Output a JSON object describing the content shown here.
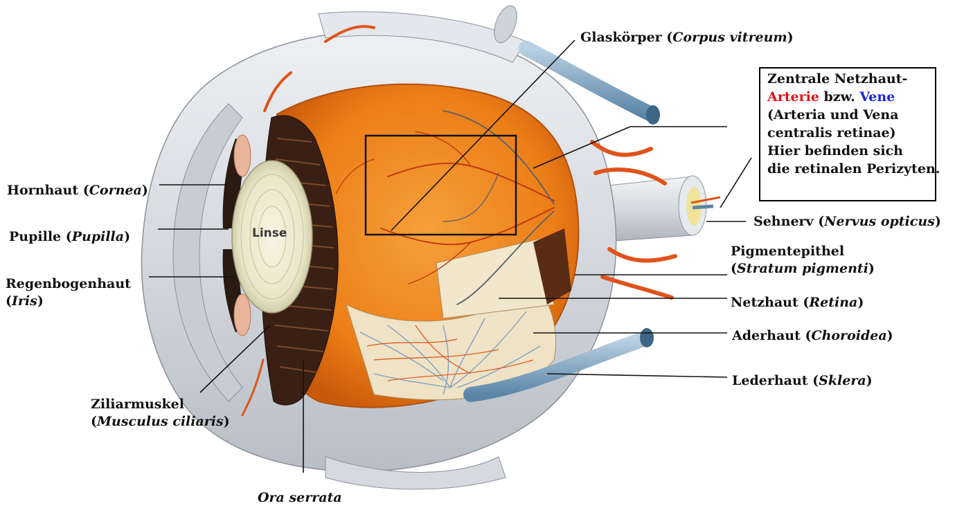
{
  "labels": {
    "glaskoerper": {
      "main": "Glaskörper (",
      "italic": "Corpus vitreum",
      "end": ")"
    },
    "hornhaut": {
      "main": "Hornhaut (",
      "italic": "Cornea",
      "end": ")"
    },
    "pupille": {
      "main": "Pupille (",
      "italic": "Pupilla",
      "end": ")"
    },
    "regenbogenhaut": {
      "line1": "Regenbogenhaut",
      "open": " (",
      "italic": "Iris",
      "end": ")"
    },
    "ziliarmuskel": {
      "line1": "Ziliarmuskel",
      "open": "(",
      "italic": "Musculus ciliaris",
      "end": ")"
    },
    "ora_serrata": {
      "italic": "Ora serrata"
    },
    "linse": "Linse",
    "sehnerv": {
      "main": "Sehnerv (",
      "italic": "Nervus opticus",
      "end": ")"
    },
    "pigmentepithel": {
      "line1": "Pigmentepithel",
      "open": "(",
      "italic": "Stratum pigmenti",
      "end": ")"
    },
    "netzhaut": {
      "main": "Netzhaut (",
      "italic": "Retina",
      "end": ")"
    },
    "aderhaut": {
      "main": "Aderhaut (",
      "italic": "Choroidea",
      "end": ")"
    },
    "lederhaut": {
      "main": "Lederhaut (",
      "italic": "Sklera",
      "end": ")"
    }
  },
  "infobox": {
    "line1": "Zentrale Netzhaut-",
    "arterie": "Arterie",
    "bzw": " bzw. ",
    "vene": "Vene",
    "line3_open": "(",
    "line3_italic": "Arteria und Vena",
    "line4_italic": "centralis retinae",
    "line4_end": ")",
    "line5": "Hier befinden sich",
    "line6": "die retinalen Perizyten."
  },
  "colors": {
    "artery": "#e3121b",
    "vein": "#1b24d8",
    "sclera": "#d9dde2",
    "choroid": "#e8741c",
    "vitreous": "#f08a1e",
    "vessel": "#e0531a",
    "vein_blue": "#7fa3c0"
  }
}
